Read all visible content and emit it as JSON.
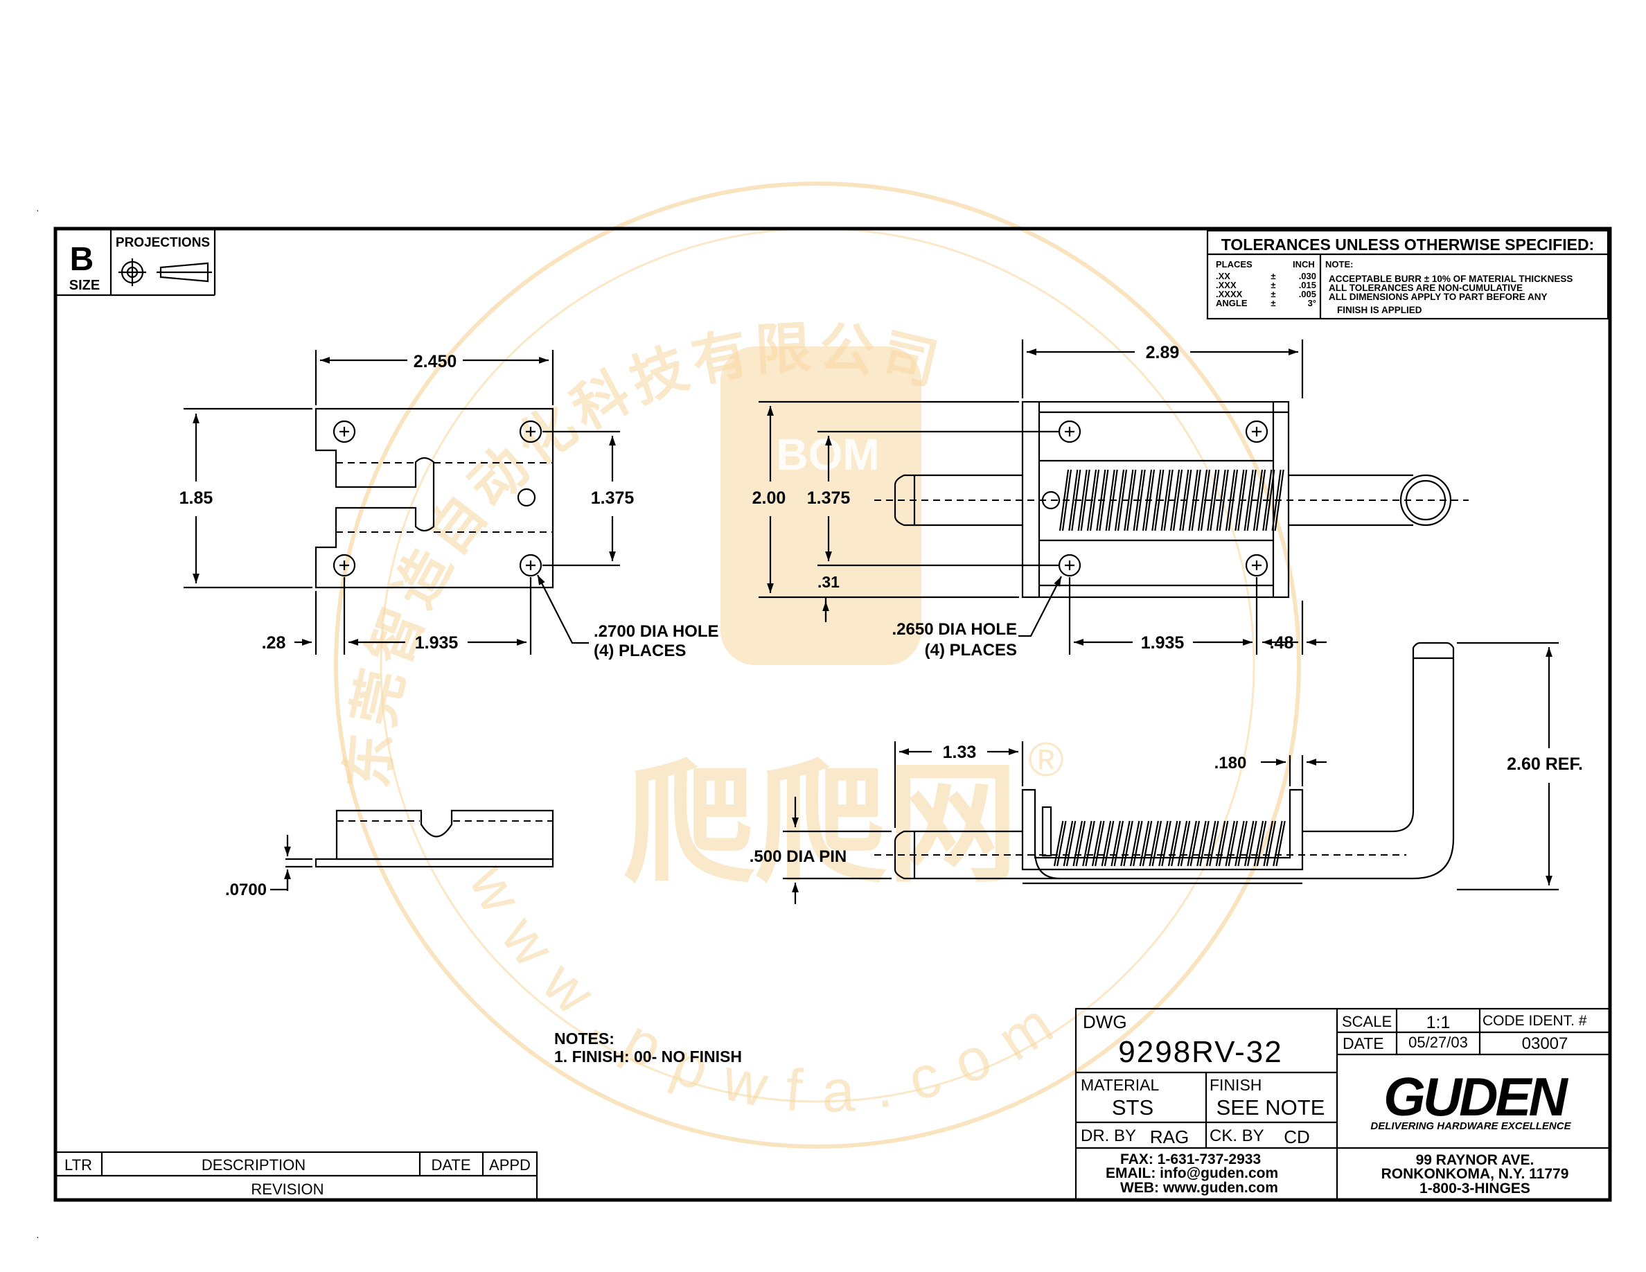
{
  "sheet": {
    "size_letter": "B",
    "size_label": "SIZE",
    "projections_label": "PROJECTIONS"
  },
  "tolerances": {
    "title": "TOLERANCES UNLESS OTHERWISE SPECIFIED:",
    "places_header": "PLACES",
    "inch_header": "INCH",
    "note_header": "NOTE:",
    "rows": [
      {
        "place": ".XX",
        "pm": "±",
        "inch": ".030"
      },
      {
        "place": ".XXX",
        "pm": "±",
        "inch": ".015"
      },
      {
        "place": ".XXXX",
        "pm": "±",
        "inch": ".005"
      },
      {
        "place": "ANGLE",
        "pm": "±",
        "inch": "3°"
      }
    ],
    "notes": [
      "ACCEPTABLE BURR ± 10% OF MATERIAL THICKNESS",
      "ALL TOLERANCES ARE NON-CUMULATIVE",
      "ALL DIMENSIONS APPLY TO PART BEFORE ANY",
      "FINISH IS APPLIED"
    ]
  },
  "dims": {
    "left_width": "2.450",
    "left_height": "1.85",
    "left_hole_spacing_v": "1.375",
    "left_edge": ".28",
    "left_hole_spacing_h": "1.935",
    "left_hole_note_1": ".2700 DIA HOLE",
    "left_hole_note_2": "(4) PLACES",
    "thickness": ".0700",
    "right_width": "2.89",
    "right_height": "2.00",
    "right_hole_spacing_v": "1.375",
    "right_offset": ".31",
    "right_hole_note_1": ".2650 DIA HOLE",
    "right_hole_note_2": "(4) PLACES",
    "right_hole_spacing_h": "1.935",
    "right_edge": ".48",
    "pin_length": "1.33",
    "pin_gap": ".180",
    "pin_dia": ".500 DIA PIN",
    "handle_height": "2.60 REF."
  },
  "notes": {
    "title": "NOTES:",
    "line1": "1. FINISH:  00-  NO FINISH"
  },
  "revision": {
    "ltr": "LTR",
    "description": "DESCRIPTION",
    "date": "DATE",
    "appd": "APPD",
    "label": "REVISION"
  },
  "title_block": {
    "dwg_label": "DWG",
    "dwg_number": "9298RV-32",
    "material_label": "MATERIAL",
    "material": "STS",
    "finish_label": "FINISH",
    "finish": "SEE NOTE",
    "drawn_label": "DR. BY",
    "drawn_by": "RAG",
    "checked_label": "CK. BY",
    "checked_by": "CD",
    "fax": "FAX:  1-631-737-2933",
    "email": "EMAIL:  info@guden.com",
    "web": "WEB:  www.guden.com",
    "scale_label": "SCALE",
    "scale": "1:1",
    "code_label": "CODE IDENT. #",
    "date_label": "DATE",
    "date": "05/27/03",
    "code": "03007",
    "company_logo": "GUDEN",
    "tagline": "DELIVERING HARDWARE EXCELLENCE",
    "address1": "99 RAYNOR AVE.",
    "address2": "RONKONKOMA, N.Y. 11779",
    "phone": "1-800-3-HINGES"
  },
  "watermark": {
    "arc_text": "东莞智造自动化科技有限公司",
    "logo_text": "BOM",
    "brand": "爬爬网",
    "url": "w w w . p p w f a . c o m",
    "registered": "®"
  }
}
